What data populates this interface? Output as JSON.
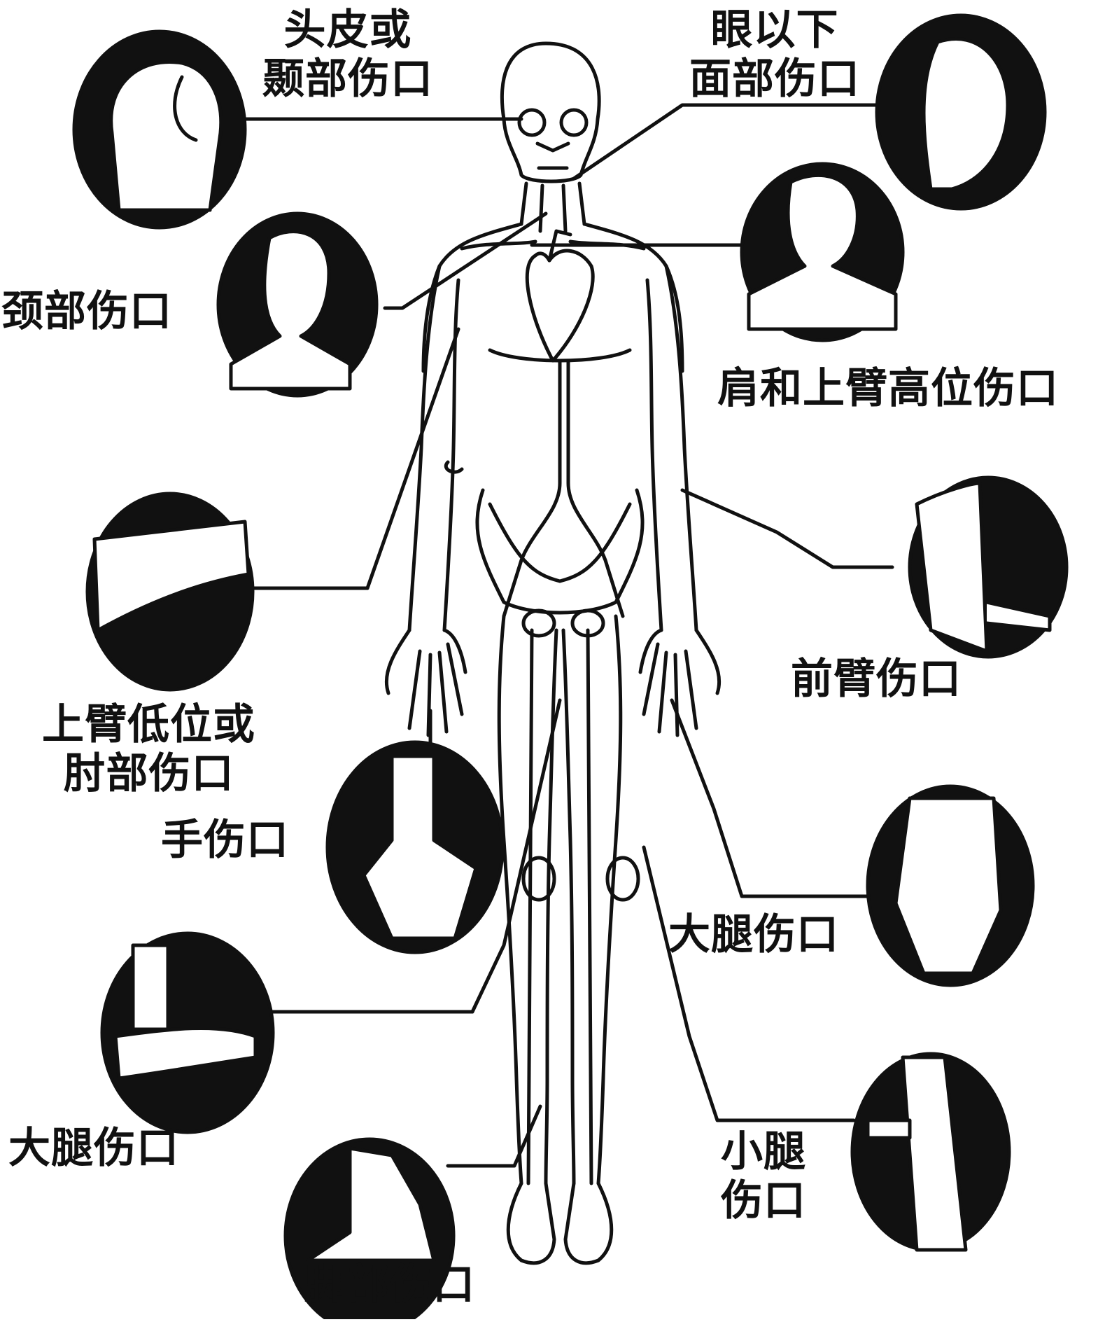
{
  "labels": {
    "scalp": [
      "头皮或",
      "颞部伤口"
    ],
    "face": [
      "眼以下",
      "面部伤口"
    ],
    "neck": [
      "颈部伤口"
    ],
    "shoulder": [
      "肩和上臂高位伤口"
    ],
    "elbow": [
      "上臂低位或",
      "肘部伤口"
    ],
    "forearm": [
      "前臂伤口"
    ],
    "hand": [
      "手伤口"
    ],
    "thigh_right": [
      "大腿伤口"
    ],
    "thigh_left": [
      "大腿伤口"
    ],
    "calf": [
      "小腿",
      "伤口"
    ],
    "foot": [
      "脚部伤口"
    ]
  },
  "colors": {
    "ink": "#111111",
    "paper": "#ffffff"
  }
}
